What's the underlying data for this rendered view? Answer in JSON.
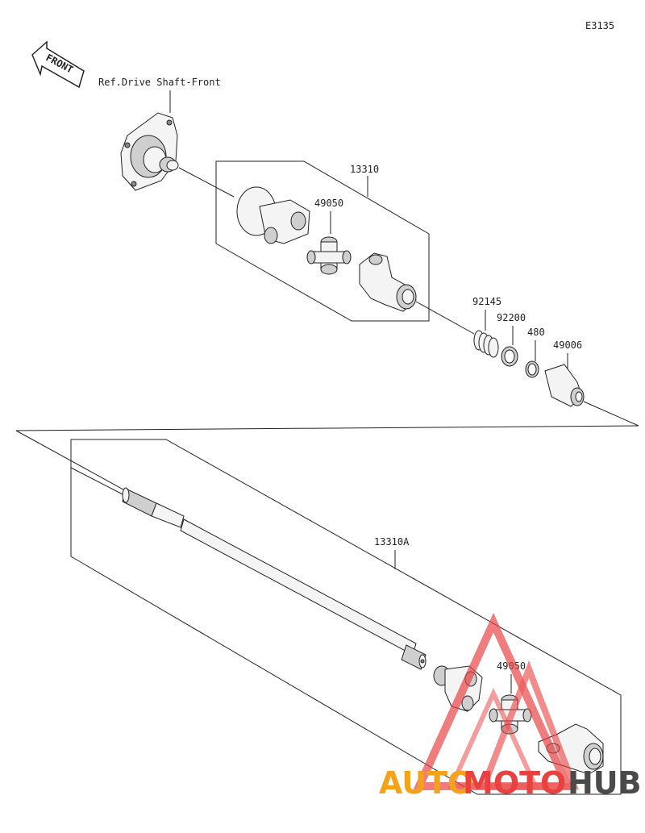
{
  "diagram_code": "E3135",
  "front_arrow_label": "FRONT",
  "reference_label": "Ref.Drive Shaft-Front",
  "parts": {
    "assy_upper": "13310",
    "joint_upper": "49050",
    "spring": "92145",
    "washer": "92200",
    "circlip": "480",
    "boot": "49006",
    "assy_lower": "13310A",
    "joint_lower": "49050"
  },
  "watermark": {
    "part1": "AUTO",
    "part2": "MOTO",
    "part3": "HUB",
    "color_orange": "#f5a21b",
    "color_red": "#e94040",
    "color_dark": "#4a4a4a"
  }
}
